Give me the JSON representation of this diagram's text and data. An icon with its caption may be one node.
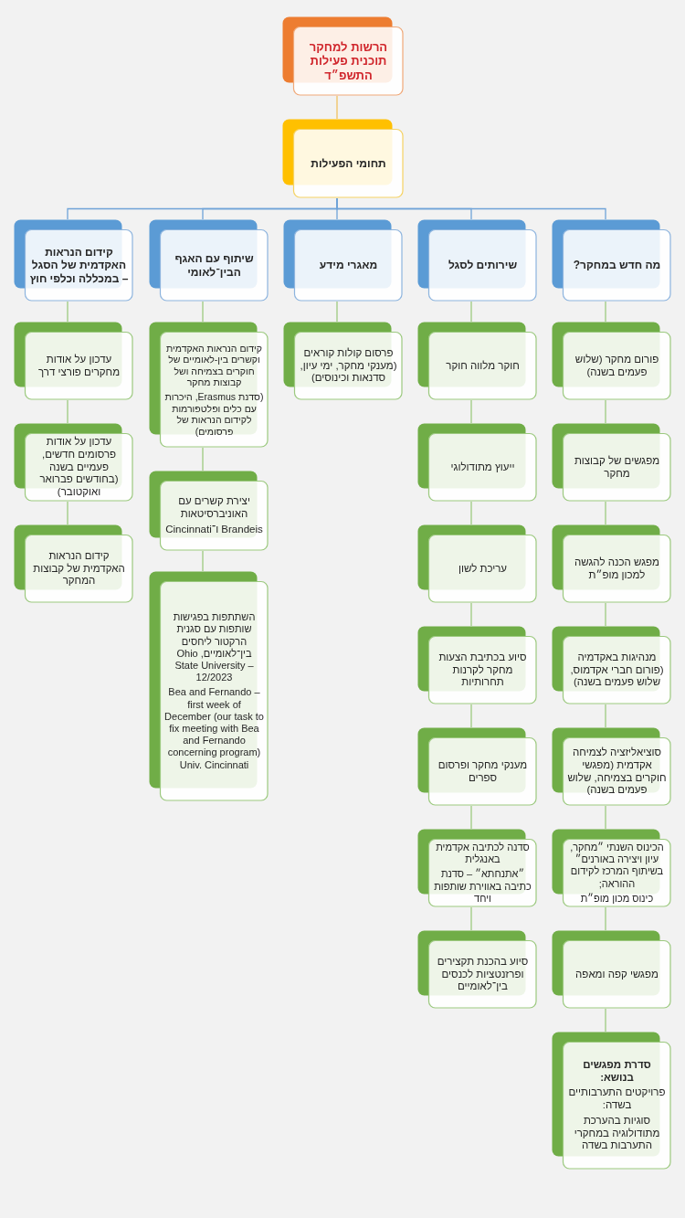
{
  "diagram": {
    "nodes": [
      {
        "text": [
          "הרשות למחקר תוכנית פעילות התשפ״ד"
        ]
      },
      {
        "text": [
          "תחומי הפעילות"
        ]
      },
      {
        "text": [
          "מה חדש במחקר?"
        ]
      },
      {
        "text": [
          "שירותים לסגל"
        ]
      },
      {
        "text": [
          "מאגרי מידע"
        ]
      },
      {
        "text": [
          "שיתוף עם האגף הבין־לאומי"
        ]
      },
      {
        "text": [
          "קידום הנראות האקדמית של הסגל – במכללה וכלפי חוץ"
        ]
      },
      {
        "text": [
          "פורום מחקר (שלוש פעמים בשנה)"
        ]
      },
      {
        "text": [
          "מפגשים של קבוצות מחקר"
        ]
      },
      {
        "text": [
          "מפגש הכנה להגשה למכון מופ״ת"
        ]
      },
      {
        "text": [
          "מנהיגות באקדמיה (פורום חברי אקדמוס, שלוש פעמים בשנה)"
        ]
      },
      {
        "text": [
          "סוציאליזציה לצמיחה אקדמית (מפגשי חוקרים בצמיחה, שלוש פעמים בשנה)"
        ]
      },
      {
        "text": [
          "הכינוס השנתי ״מחקר, עיון ויצירה באורנים״ בשיתוף המרכז לקידום ההוראה;",
          "כינוס מכון מופ״ת"
        ]
      },
      {
        "text": [
          "מפגשי קפה ומאפה"
        ]
      },
      {
        "text": [
          "סדרת מפגשים בנושא:",
          "פרויקטים התערבותיים בשדה:",
          "סוגיות בהערכת מתודולוגיה במחקרי התערבות בשדה"
        ]
      },
      {
        "text": [
          "חוקר מלווה חוקר"
        ]
      },
      {
        "text": [
          "ייעוץ מתודולוגי"
        ]
      },
      {
        "text": [
          "עריכת לשון"
        ]
      },
      {
        "text": [
          "סיוע בכתיבת הצעות מחקר לקרנות תחרותיות"
        ]
      },
      {
        "text": [
          "מענקי מחקר ופרסום ספרים"
        ]
      },
      {
        "text": [
          "סדנה לכתיבה אקדמית באנגלית",
          "״אתנחתא״ – סדנת כתיבה באווירת שותפות ויחד"
        ]
      },
      {
        "text": [
          "סיוע בהכנת תקצירים ופרזנטציות לכנסים בין־לאומיים"
        ]
      },
      {
        "text": [
          "פרסום קולות קוראים (מענקי מחקר, ימי עיון, סדנאות וכינוסים)"
        ]
      },
      {
        "text": [
          "קידום הנראות האקדמית וקשרים בין-לאומיים של חוקרים בצמיחה ושל קבוצות מחקר",
          "(סדנת Erasmus, היכרות עם כלים ופלטפורמות לקידום הנראות של פרסומים)"
        ]
      },
      {
        "text": [
          "יצירת קשרים עם האוניברסיטאות",
          "Brandeis ו־Cincinnati"
        ]
      },
      {
        "text": [
          "השתתפות בפגישות שותפות עם סגנית הרקטור ליחסים בין־לאומיים, Ohio State University – 12/2023",
          "Bea and Fernando – first week of December (our task to fix meeting with Bea and Fernando concerning program) Univ. Cincinnati"
        ]
      },
      {
        "text": [
          "עדכון על אודות מחקרים פורצי דרך"
        ]
      },
      {
        "text": [
          "עדכון על אודות פרסומים חדשים, פעמיים בשנה (בחודשים פברואר ואוקטובר)"
        ]
      },
      {
        "text": [
          "קידום הנראות האקדמית של קבוצות המחקר"
        ]
      }
    ],
    "edges": [
      {
        "from": 0,
        "to": 1,
        "arrow": "none",
        "color": "#f0c060"
      },
      {
        "from": 1,
        "to": 2,
        "arrow": "none",
        "color": "#6fa3d8"
      },
      {
        "from": 1,
        "to": 3,
        "arrow": "none",
        "color": "#6fa3d8"
      },
      {
        "from": 1,
        "to": 4,
        "arrow": "none",
        "color": "#6fa3d8"
      },
      {
        "from": 1,
        "to": 5,
        "arrow": "none",
        "color": "#6fa3d8"
      },
      {
        "from": 1,
        "to": 6,
        "arrow": "none",
        "color": "#6fa3d8"
      },
      {
        "from": 2,
        "to": 7,
        "arrow": "none"
      },
      {
        "from": 7,
        "to": 8,
        "arrow": "none"
      },
      {
        "from": 8,
        "to": 9,
        "arrow": "none"
      },
      {
        "from": 9,
        "to": 10,
        "arrow": "none"
      },
      {
        "from": 10,
        "to": 11,
        "arrow": "none"
      },
      {
        "from": 11,
        "to": 12,
        "arrow": "none"
      },
      {
        "from": 12,
        "to": 13,
        "arrow": "none"
      },
      {
        "from": 13,
        "to": 14,
        "arrow": "none"
      },
      {
        "from": 3,
        "to": 15,
        "arrow": "none"
      },
      {
        "from": 15,
        "to": 16,
        "arrow": "none"
      },
      {
        "from": 16,
        "to": 17,
        "arrow": "none"
      },
      {
        "from": 17,
        "to": 18,
        "arrow": "none"
      },
      {
        "from": 18,
        "to": 19,
        "arrow": "none"
      },
      {
        "from": 19,
        "to": 20,
        "arrow": "none"
      },
      {
        "from": 20,
        "to": 21,
        "arrow": "none"
      },
      {
        "from": 4,
        "to": 22,
        "arrow": "none"
      },
      {
        "from": 5,
        "to": 23,
        "arrow": "none"
      },
      {
        "from": 23,
        "to": 24,
        "arrow": "none"
      },
      {
        "from": 24,
        "to": 25,
        "arrow": "none"
      },
      {
        "from": 6,
        "to": 26,
        "arrow": "none"
      },
      {
        "from": 26,
        "to": 27,
        "arrow": "none"
      },
      {
        "from": 27,
        "to": 28,
        "arrow": "none"
      }
    ]
  }
}
